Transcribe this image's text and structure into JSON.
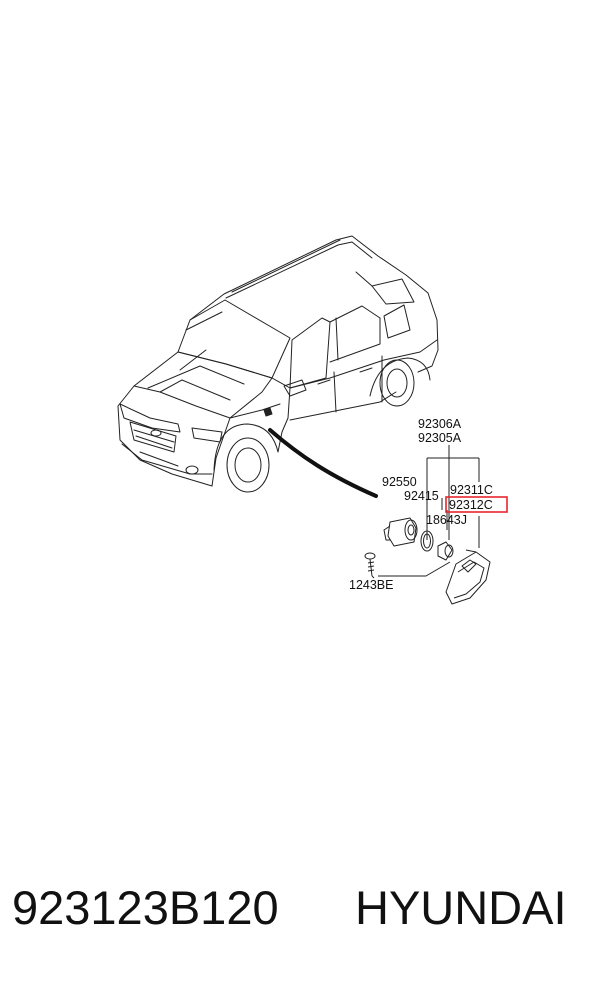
{
  "callouts": {
    "asm_upper": "92306A",
    "asm_lower": "92305A",
    "socket": "92550",
    "gasket": "92415",
    "lens_left": "92311C",
    "lens_right": "92312C",
    "bulb": "18643J",
    "screw": "1243BE"
  },
  "highlight": {
    "target": "92312C",
    "color": "#e8262d"
  },
  "footer": {
    "part_number": "923123B120",
    "brand": "HYUNDAI"
  }
}
